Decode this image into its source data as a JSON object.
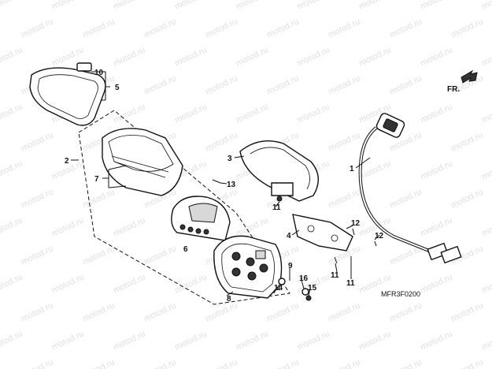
{
  "watermark": "motod.ru",
  "direction_label": "FR.",
  "diagram_code": "MFR3F0200",
  "callouts": {
    "n1": "1",
    "n2": "2",
    "n3": "3",
    "n4": "4",
    "n5": "5",
    "n6": "6",
    "n7": "7",
    "n8": "8",
    "n9": "9",
    "n10": "10",
    "n11a": "11",
    "n11b": "11",
    "n11c": "11",
    "n12a": "12",
    "n12b": "12",
    "n13": "13",
    "n14": "14",
    "n15": "15",
    "n16": "16"
  }
}
